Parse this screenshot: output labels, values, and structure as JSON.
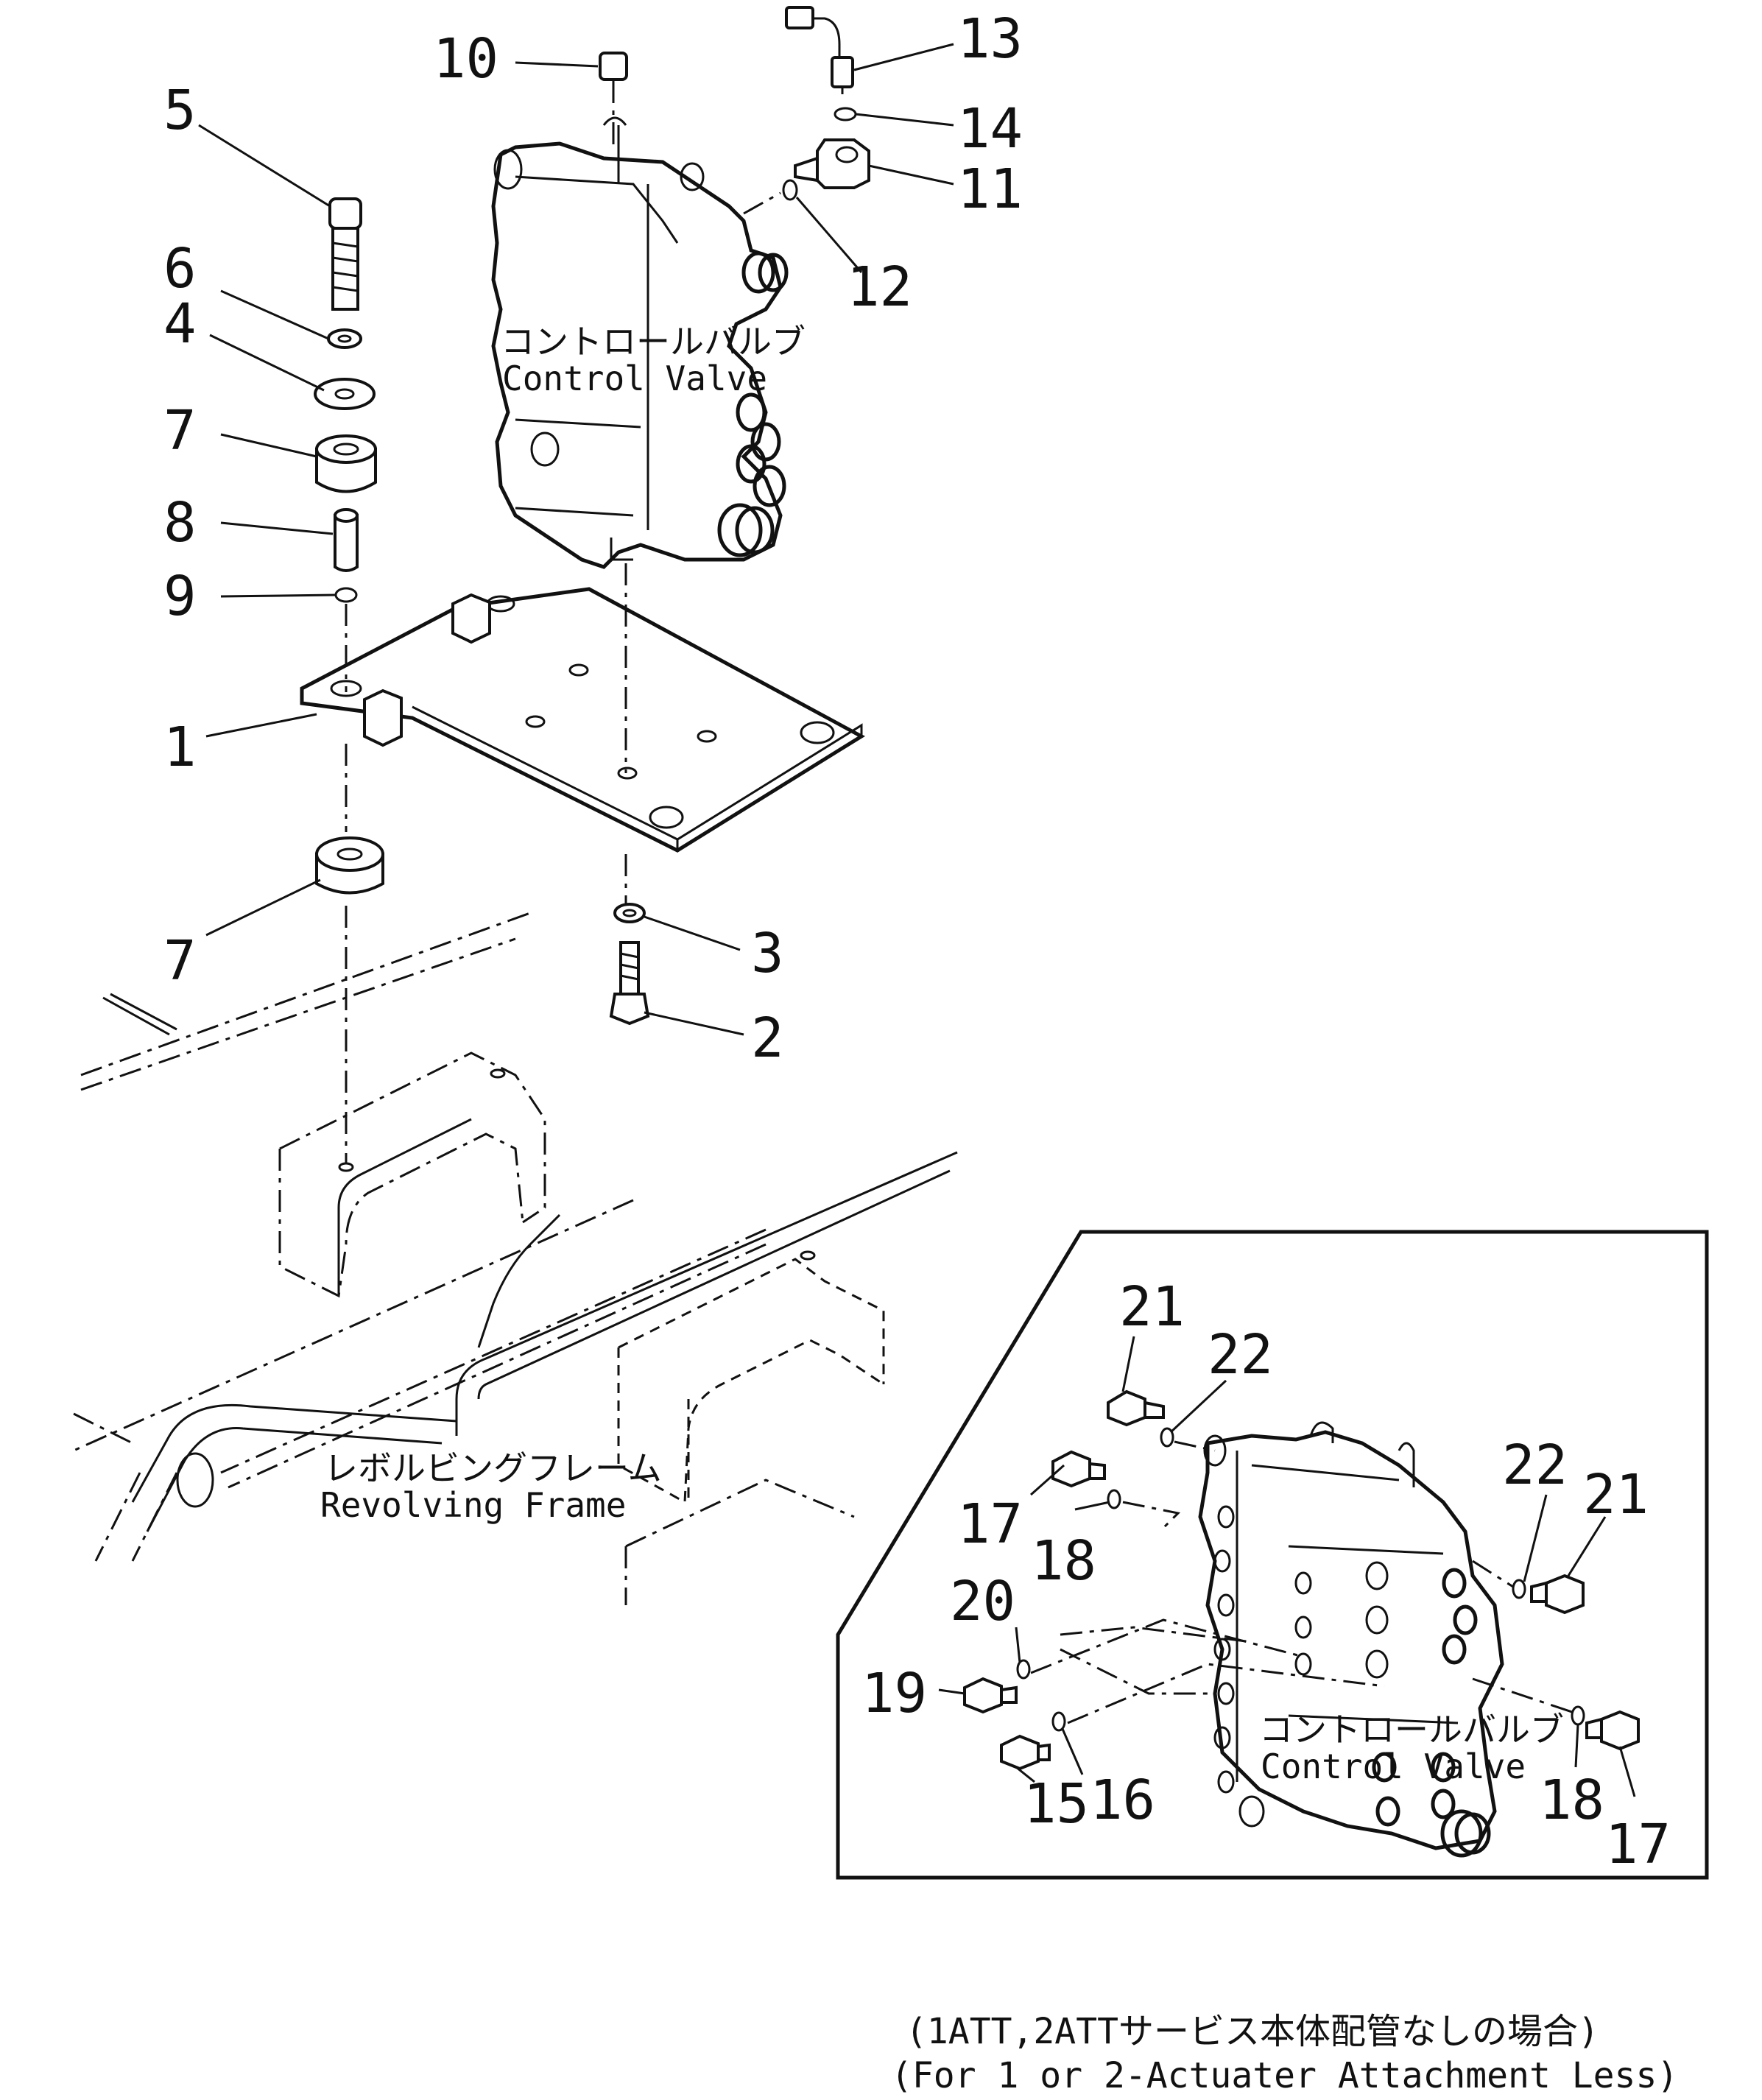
{
  "callouts": {
    "c1": "1",
    "c2": "2",
    "c3": "3",
    "c4": "4",
    "c5": "5",
    "c6": "6",
    "c7a": "7",
    "c7b": "7",
    "c8": "8",
    "c9": "9",
    "c10": "10",
    "c11": "11",
    "c12": "12",
    "c13": "13",
    "c14": "14",
    "c15": "15",
    "c16": "16",
    "c17a": "17",
    "c17b": "17",
    "c18a": "18",
    "c18b": "18",
    "c19": "19",
    "c20": "20",
    "c21a": "21",
    "c21b": "21",
    "c22a": "22",
    "c22b": "22"
  },
  "labels": {
    "control_valve_jp": "コントロールバルブ",
    "control_valve_en": "Control Valve",
    "revolving_frame_jp": "レボルビングフレーム",
    "revolving_frame_en": "Revolving Frame",
    "inset_valve_jp": "コントロールバルブ",
    "inset_valve_en": "Control Valve"
  },
  "caption": {
    "line1": "(1ATT,2ATTサービス本体配管なしの場合)",
    "line2": "(For 1 or 2-Actuater Attachment Less)"
  }
}
